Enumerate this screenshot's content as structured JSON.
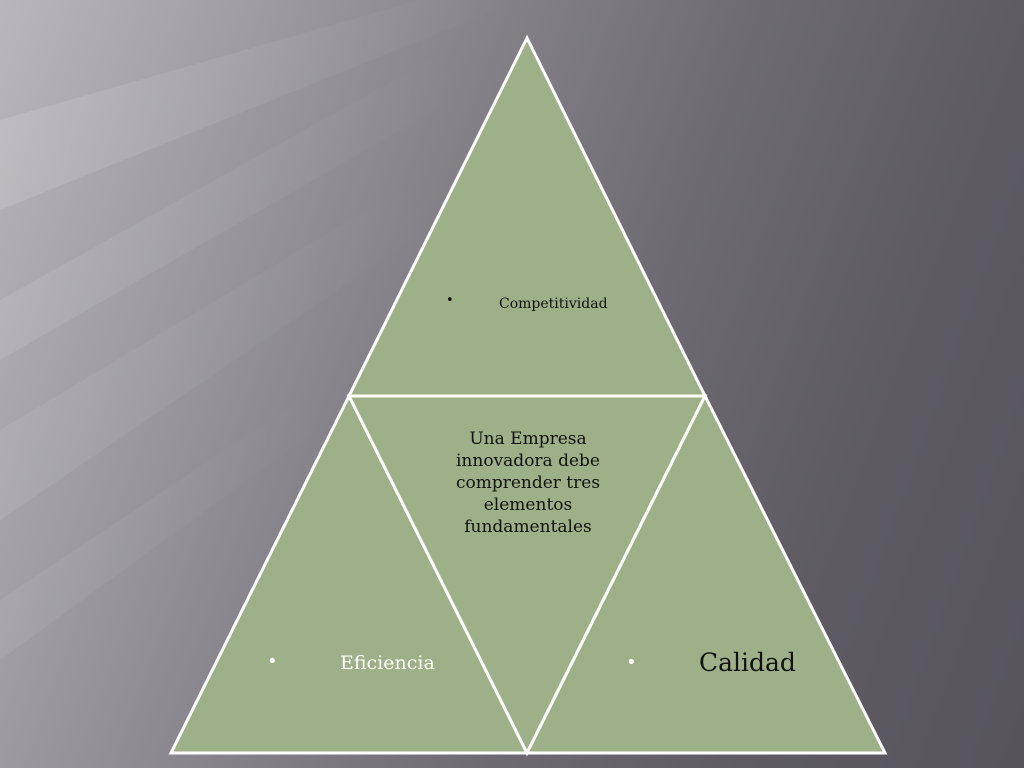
{
  "diagram": {
    "top": {
      "label": "Competitividad",
      "bullet": "•"
    },
    "center": {
      "text": "Una Empresa innovadora debe comprender tres elementos fundamentales"
    },
    "left": {
      "label": "Eficiencia",
      "bullet": "•"
    },
    "right": {
      "label": "Calidad",
      "bullet": "•"
    }
  },
  "colors": {
    "triangle_fill": "#9db087",
    "triangle_stroke": "#ffffff",
    "background_dark": "#57545c",
    "background_light": "#b9b6bd"
  }
}
